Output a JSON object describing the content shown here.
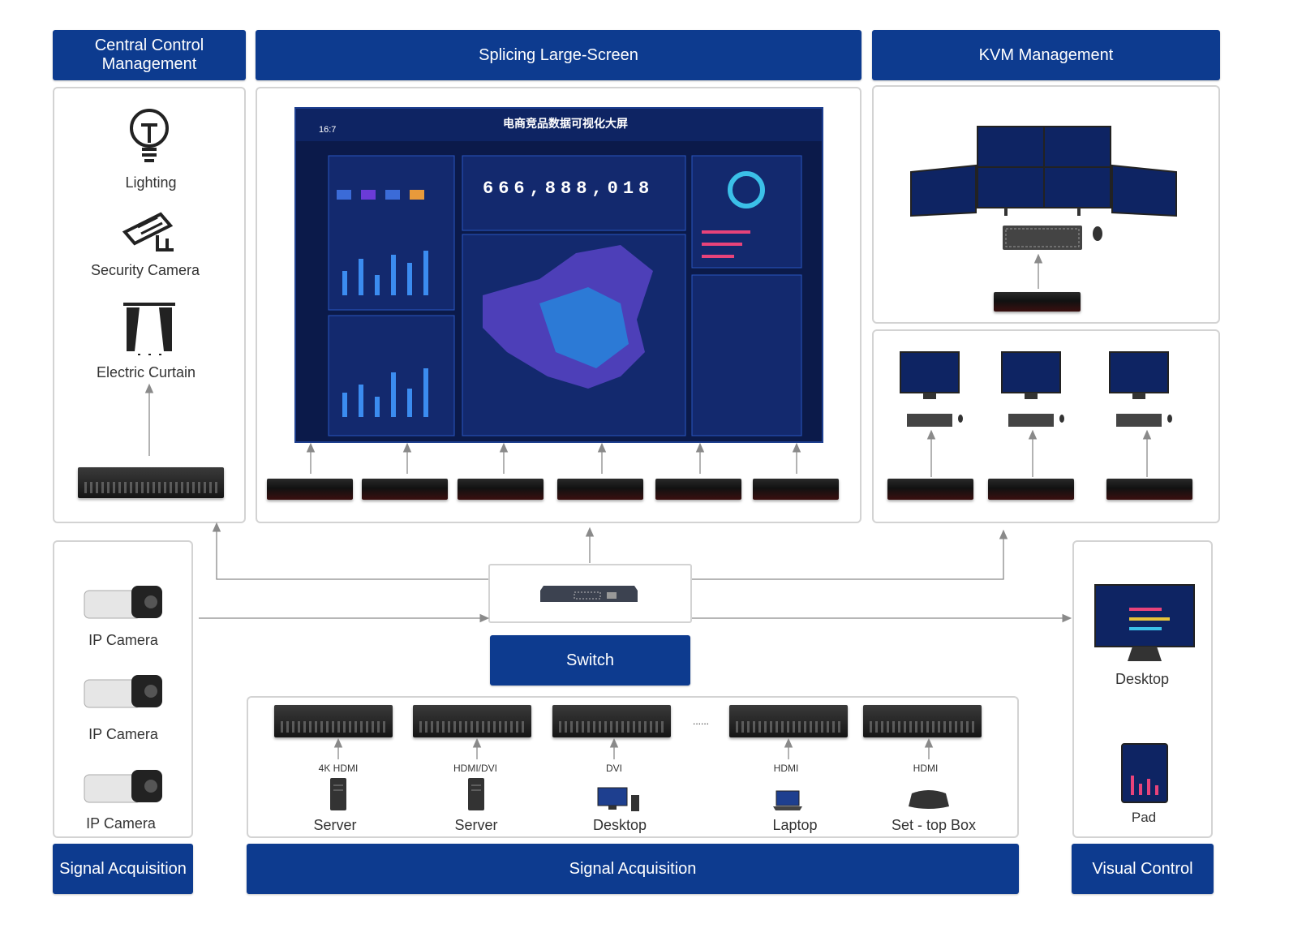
{
  "headers": {
    "central_control": "Central Control\nManagement",
    "splicing": "Splicing Large-Screen",
    "kvm": "KVM Management",
    "switch": "Switch",
    "signal_acq_left": "Signal Acquisition",
    "signal_acq_mid": "Signal Acquisition",
    "visual_control": "Visual Control"
  },
  "central_items": [
    "Lighting",
    "Security Camera",
    "Electric Curtain"
  ],
  "ip_cameras": [
    "IP Camera",
    "IP Camera",
    "IP Camera"
  ],
  "sources": [
    {
      "interface": "4K HDMI",
      "device": "Server"
    },
    {
      "interface": "HDMI/DVI",
      "device": "Server"
    },
    {
      "interface": "DVI",
      "device": "Desktop"
    },
    {
      "interface": "HDMI",
      "device": "Laptop"
    },
    {
      "interface": "HDMI",
      "device": "Set - top Box"
    }
  ],
  "ellipsis": "......",
  "visual_devices": [
    "Desktop",
    "Pad"
  ],
  "screen": {
    "aspect": "16:7",
    "title": "电商竞品数据可视化大屏",
    "counter": "666,888,018",
    "accent": "#1e5dd6",
    "bg": "#0b1a4a"
  },
  "colors": {
    "header_blue": "#0d3b8f",
    "border": "#d3d3d3",
    "arrow": "#8a8a8a"
  }
}
